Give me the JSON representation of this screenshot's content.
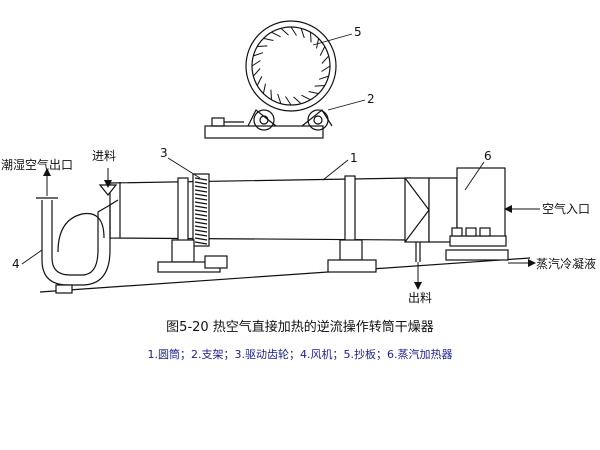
{
  "labels": {
    "humid_air_outlet": "潮湿空气出口",
    "feed_in": "进料",
    "air_inlet": "空气入口",
    "steam_condensate": "蒸汽冷凝液",
    "discharge": "出料"
  },
  "callouts": [
    "1",
    "2",
    "3",
    "4",
    "5",
    "6"
  ],
  "caption": "图5-20 热空气直接加热的逆流操作转筒干燥器",
  "legend": "1.圆筒；2.支架；3.驱动齿轮；4.风机；5.抄板；6.蒸汽加热器",
  "colors": {
    "line": "#111111",
    "legend_text": "#1a1f8c"
  }
}
